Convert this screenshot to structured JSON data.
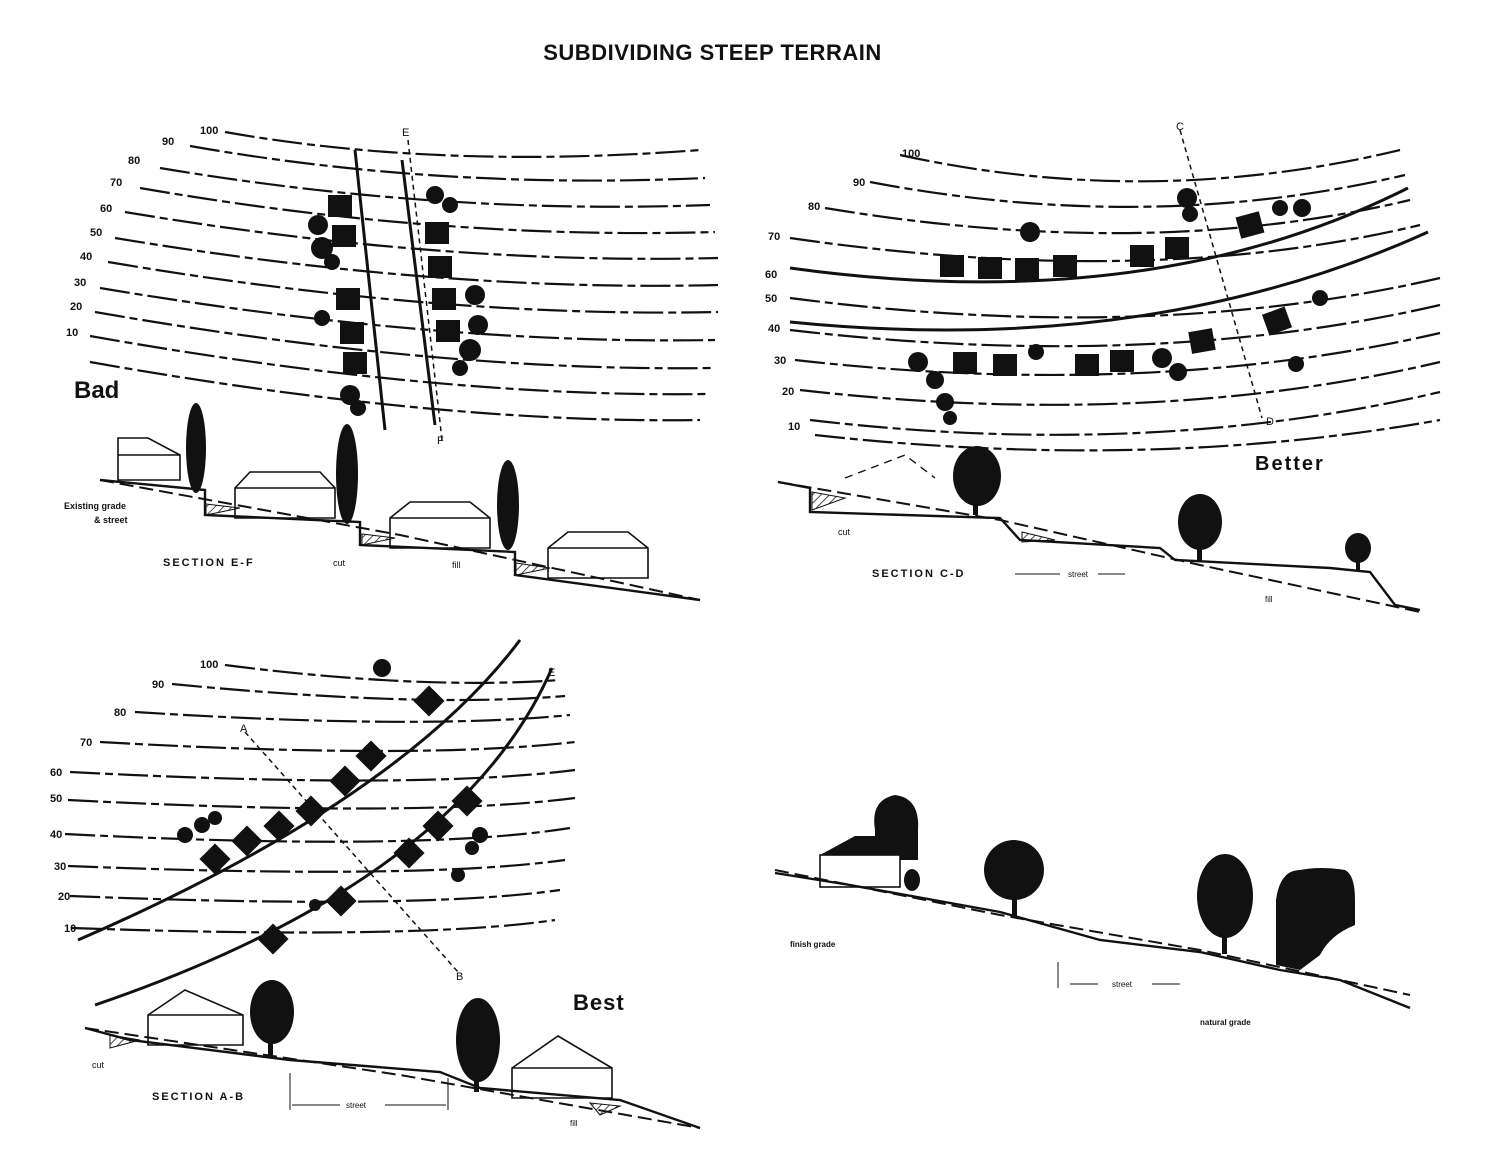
{
  "title": "SUBDIVIDING STEEP TERRAIN",
  "panels": {
    "bad": {
      "label": "Bad",
      "contours": [
        "100",
        "90",
        "80",
        "70",
        "60",
        "50",
        "40",
        "30",
        "20",
        "10"
      ],
      "section_marks": [
        "E",
        "F"
      ],
      "section_title": "SECTION E-F",
      "annotations": [
        "Existing grade",
        "& street",
        "cut",
        "fill"
      ]
    },
    "better": {
      "label": "Better",
      "contours": [
        "100",
        "90",
        "80",
        "70",
        "60",
        "50",
        "40",
        "30",
        "20",
        "10"
      ],
      "section_marks": [
        "C",
        "D"
      ],
      "section_title": "SECTION C-D",
      "annotations": [
        "cut",
        "street",
        "fill"
      ]
    },
    "best": {
      "label": "Best",
      "contours": [
        "100",
        "90",
        "80",
        "70",
        "60",
        "50",
        "40",
        "30",
        "20",
        "10"
      ],
      "section_marks": [
        "A",
        "B",
        "E"
      ],
      "section_title": "SECTION A-B",
      "annotations": [
        "cut",
        "street",
        "fill"
      ]
    },
    "profile": {
      "annotations": [
        "finish grade",
        "street",
        "natural grade"
      ]
    }
  }
}
